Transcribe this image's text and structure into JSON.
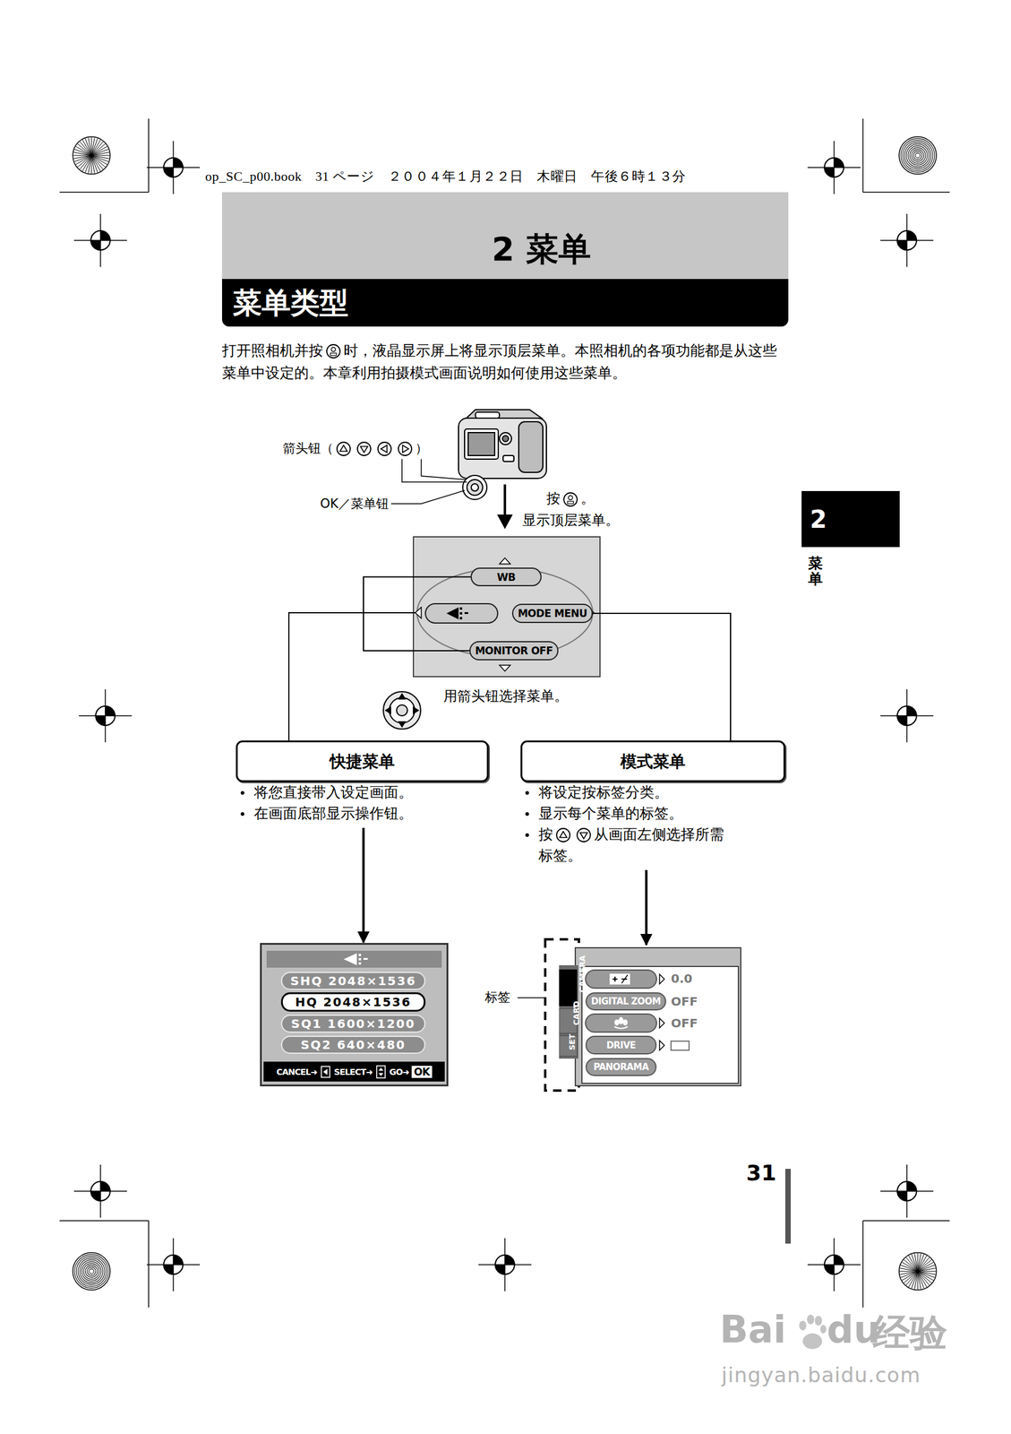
{
  "diagram": {
    "title": "2 菜单",
    "nodes": [
      {
        "text": [
          "2 菜单"
        ]
      },
      {
        "text": [
          "菜单类型"
        ]
      },
      {
        "text": [
          "WB"
        ]
      },
      {
        "text": [
          "MODE MENU"
        ]
      },
      {
        "text": [
          "MONITOR OFF"
        ]
      },
      {
        "text": [
          "快捷菜单",
          "将您直接带入设定画面。",
          "在画面底部显示操作钮。"
        ]
      },
      {
        "text": [
          "模式菜单",
          "将设定按标签分类。",
          "显示每个菜单的标签。",
          "按",
          "从画面左侧选择所需 标签。"
        ]
      },
      {
        "text": [
          "CANCEL➜",
          "SELECT➜",
          "GO➜",
          "OK"
        ]
      },
      {
        "text": [
          "SHQ 2048×1536"
        ],
        "in": 7
      },
      {
        "text": [
          "HQ 2048×1536"
        ],
        "in": 7
      },
      {
        "text": [
          "SQ1 1600×1200"
        ],
        "in": 7
      },
      {
        "text": [
          "SQ2 640×480"
        ],
        "in": 7
      },
      {
        "text": [
          "CAMERA",
          "CARD",
          "SET"
        ]
      },
      {
        "text": [
          "DIGITAL ZOOM"
        ],
        "in": 12
      },
      {
        "text": [
          "DRIVE"
        ],
        "in": 12
      },
      {
        "text": [
          "PANORAMA"
        ],
        "in": 12
      },
      {
        "text": [
          "2"
        ]
      }
    ],
    "edges": [
      {
        "from": 2,
        "to": 5,
        "arrow": "none"
      },
      {
        "from": 4,
        "to": 5,
        "arrow": "none"
      },
      {
        "from": 3,
        "to": 6,
        "arrow": "none"
      },
      {
        "from": 5,
        "to": 7,
        "arrow": "to"
      },
      {
        "from": 6,
        "to": 12,
        "arrow": "to"
      }
    ],
    "labels": [
      "op_SC_p00.book　31 ページ　２００４年１月２２日　木曜日　午後６時１３分",
      "打开照相机并按",
      "时，液晶显示屏上将显示顶层菜单。本照相机的各项功能都是从这些菜单中设定的。本章利用拍摄模式画面说明如何使用这些菜单。",
      "箭头钮（",
      "）",
      "OK／菜单钮",
      "按",
      "。",
      "显示顶层菜单。",
      "用箭头钮选择菜单。",
      "0.0",
      "OFF",
      "OFF",
      "标签",
      "菜单",
      "31",
      "Bai",
      "du",
      "经验",
      "jingyan.baidu.com"
    ]
  }
}
